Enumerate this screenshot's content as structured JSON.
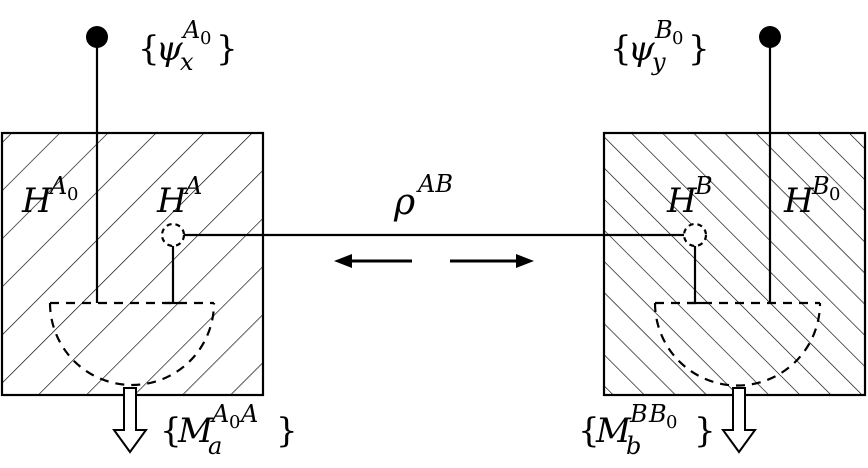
{
  "left": {
    "input_set": {
      "open": "{",
      "sym": "ψ",
      "sub": "x",
      "sup": "A",
      "sup_sub": "0",
      "close": "}"
    },
    "outer_label": {
      "sym": "H",
      "sup": "A",
      "sup_sub": "0"
    },
    "inner_label": {
      "sym": "H",
      "sup": "A"
    },
    "measurement": {
      "open": "{",
      "sym": "M",
      "sub": "a",
      "sup_a": "A",
      "sup_sub": "0",
      "sup_b": "A",
      "close": "}"
    }
  },
  "right": {
    "input_set": {
      "open": "{",
      "sym": "ψ",
      "sub": "y",
      "sup": "B",
      "sup_sub": "0",
      "close": "}"
    },
    "outer_label": {
      "sym": "H",
      "sup": "B",
      "sup_sub": "0"
    },
    "inner_label": {
      "sym": "H",
      "sup": "B"
    },
    "measurement": {
      "open": "{",
      "sym": "M",
      "sub": "b",
      "sup_a": "B",
      "sup_b": "B",
      "sup_sub": "0",
      "close": "}"
    }
  },
  "shared_state": {
    "sym": "ρ",
    "sup": "AB"
  },
  "colors": {
    "ink": "#000000",
    "background": "#ffffff"
  }
}
